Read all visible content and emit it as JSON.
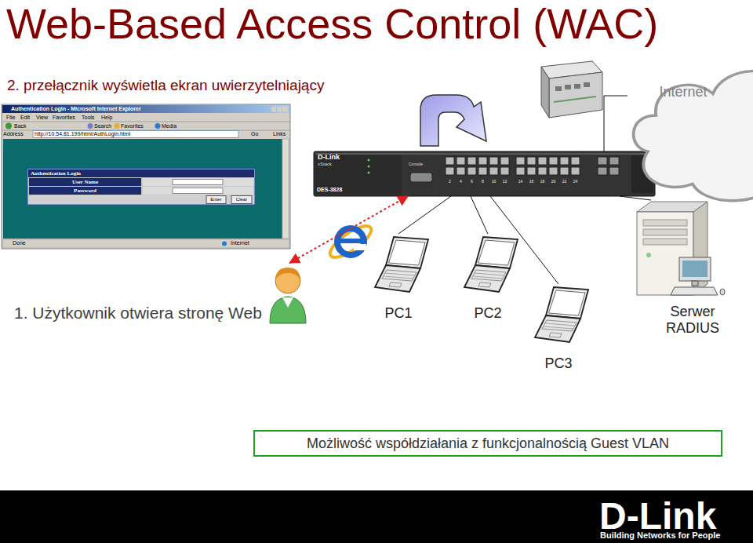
{
  "diagram": {
    "title": "Web-Based Access Control (WAC)",
    "nodes": [
      {
        "text": [
          "Authentication Login - Microsoft Internet Explorer",
          "File",
          "Edit",
          "View",
          "Favorites",
          "Tools",
          "Help",
          "Back",
          "Search",
          "Favorites",
          "Media",
          "Address",
          "http://10.54.81.199/html/AuthLogin.html",
          "Go",
          "Links",
          "Done",
          "Internet"
        ]
      },
      {
        "text": [
          "Authentication Login",
          "User Name",
          "Password"
        ],
        "in": 0
      },
      {
        "text": [
          "Enter"
        ],
        "in": 1
      },
      {
        "text": [
          "Clear"
        ],
        "in": 1
      },
      {
        "text": [
          "D-Link",
          "xStack",
          "DES-3828",
          "Console",
          "2",
          "4",
          "6",
          "8",
          "10",
          "12",
          "14",
          "16",
          "18",
          "20",
          "22",
          "24"
        ]
      },
      {
        "text": [
          "Internet"
        ]
      },
      {
        "text": [
          "1. Użytkownik otwiera stronę Web"
        ]
      },
      {
        "text": [
          "PC1"
        ]
      },
      {
        "text": [
          "PC2"
        ]
      },
      {
        "text": [
          "Serwer RADIUS"
        ]
      },
      {
        "text": [
          "PC3"
        ]
      },
      {
        "text": [
          "Możliwość współdziałania z funkcjonalnością Guest VLAN"
        ]
      }
    ],
    "edges": [
      {
        "from": 4,
        "to": 5,
        "arrow": "none"
      },
      {
        "from": 4,
        "to": 7,
        "arrow": "none"
      },
      {
        "from": 4,
        "to": 8,
        "arrow": "none"
      },
      {
        "from": 4,
        "to": 10,
        "arrow": "none"
      },
      {
        "from": 4,
        "to": 9,
        "arrow": "none"
      },
      {
        "from": 6,
        "to": 4,
        "arrow": "both"
      }
    ],
    "labels": [
      "2. przełącznik wyświetla ekran uwierzytelniający",
      "D-Link",
      "Building Networks for People"
    ]
  }
}
